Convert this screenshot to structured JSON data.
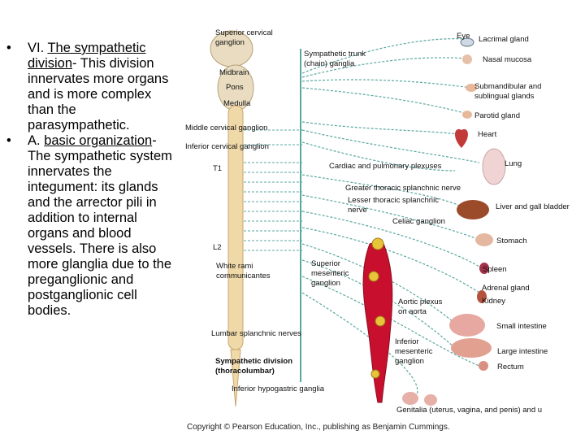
{
  "slide": {
    "bullet1": {
      "prefix": "VI. ",
      "term": "The sympathetic division",
      "rest": "- This division innervates more organs and is more complex than the parasympathetic."
    },
    "bullet2": {
      "prefix": "A. ",
      "term": "basic organization",
      "rest": "- The sympathetic system innervates the integument: its glands and the arrector pili in addition to internal organs and blood vessels.  There is also more glanglia due to the preganglionic and postganglionic cell bodies."
    }
  },
  "diagram": {
    "left_labels": {
      "superior_cervical_ganglion": [
        "Superior cervical",
        "ganglion"
      ],
      "midbrain": "Midbrain",
      "pons": "Pons",
      "medulla": "Medulla",
      "middle_cervical_ganglion": "Middle cervical ganglion",
      "inferior_cervical_ganglion": "Inferior cervical ganglion",
      "t1": "T1",
      "l2": "L2",
      "white_rami": [
        "White rami",
        "communicantes"
      ],
      "lumbar_splanchnic": "Lumbar splanchnic nerves",
      "division_title": [
        "Sympathetic division",
        "(thoracolumbar)"
      ],
      "inferior_hypogastric": "Inferior hypogastric ganglia"
    },
    "center_labels": {
      "sympathetic_trunk": [
        "Sympathetic trunk",
        "(chain) ganglia"
      ],
      "cardiac_plexuses": "Cardiac and pulmonary plexuses",
      "greater_splanchnic": "Greater thoracic splanchnic nerve",
      "lesser_splanchnic": [
        "Lesser thoracic splanchnic",
        "nerve"
      ],
      "celiac_ganglion": "Celiac ganglion",
      "superior_mesenteric": [
        "Superior",
        "mesenteric",
        "ganglion"
      ],
      "aortic_plexus": [
        "Aortic plexus",
        "on aorta"
      ],
      "inferior_mesenteric": [
        "Inferior",
        "mesenteric",
        "ganglion"
      ]
    },
    "organs": {
      "eye": "Eye",
      "lacrimal": "Lacrimal gland",
      "nasal": "Nasal mucosa",
      "salivary": [
        "Submandibular and",
        "sublingual glands"
      ],
      "parotid": "Parotid gland",
      "heart": "Heart",
      "lung": "Lung",
      "liver": "Liver and gall bladder",
      "stomach": "Stomach",
      "spleen": "Spleen",
      "adrenal": "Adrenal gland",
      "kidney": "Kidney",
      "small_intestine": "Small intestine",
      "large_intestine": "Large intestine",
      "rectum": "Rectum",
      "genitalia": "Genitalia (uterus, vagina, and penis) and u"
    },
    "copyright": "Copyright © Pearson Education, Inc., publishing as Benjamin Cummings.",
    "colors": {
      "nerve": "#5aa8a0",
      "ganglia_red": "#c8102e",
      "ganglia_yellow": "#e8c43a",
      "spinal_cord": "#f0d9a8",
      "brain": "#e9dcc0"
    }
  }
}
